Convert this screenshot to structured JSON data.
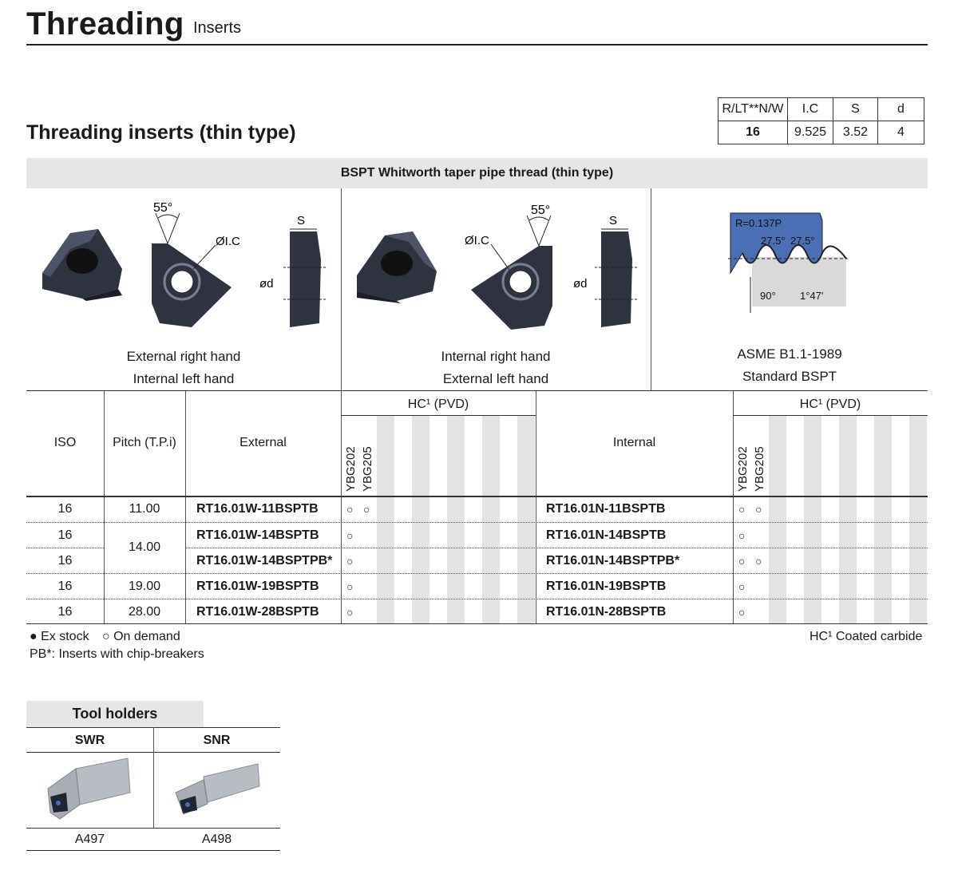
{
  "header": {
    "title": "Threading",
    "subtitle": "Inserts"
  },
  "section_title": "Threading inserts (thin type)",
  "spec_table": {
    "headers": [
      "R/LT**N/W",
      "I.C",
      "S",
      "d"
    ],
    "values": [
      "16",
      "9.525",
      "3.52",
      "4"
    ]
  },
  "band_title": "BSPT Whitworth taper pipe thread (thin type)",
  "diagram_labels": {
    "angle": "55°",
    "ic": "ØI.C",
    "s": "S",
    "d": "ød",
    "radius": "R=0.137P",
    "half_angle_left": "27.5°",
    "half_angle_right": "27.5°",
    "right_angle": "90°",
    "taper": "1°47'"
  },
  "panels": [
    {
      "line1": "External right hand",
      "line2": "Internal left hand"
    },
    {
      "line1": "Internal right hand",
      "line2": "External left hand"
    },
    {
      "line1": "ASME B1.1-1989",
      "line2": "Standard BSPT"
    }
  ],
  "table": {
    "col_iso": "ISO",
    "col_pitch": "Pitch (T.P.i)",
    "col_external": "External",
    "col_internal": "Internal",
    "grade_group": "HC¹ (PVD)",
    "grades": [
      "YBG202",
      "YBG205"
    ],
    "rows": [
      {
        "iso": "16",
        "pitch": "11.00",
        "external": "RT16.01W-11BSPTB",
        "ext_g1": "○",
        "ext_g2": "○",
        "internal": "RT16.01N-11BSPTB",
        "int_g1": "○",
        "int_g2": "○"
      },
      {
        "iso": "16",
        "pitch": "14.00",
        "external": "RT16.01W-14BSPTB",
        "ext_g1": "○",
        "ext_g2": "",
        "internal": "RT16.01N-14BSPTB",
        "int_g1": "○",
        "int_g2": ""
      },
      {
        "iso": "16",
        "pitch": "",
        "external": "RT16.01W-14BSPTPB*",
        "ext_g1": "○",
        "ext_g2": "",
        "internal": "RT16.01N-14BSPTPB*",
        "int_g1": "○",
        "int_g2": "○"
      },
      {
        "iso": "16",
        "pitch": "19.00",
        "external": "RT16.01W-19BSPTB",
        "ext_g1": "○",
        "ext_g2": "",
        "internal": "RT16.01N-19BSPTB",
        "int_g1": "○",
        "int_g2": ""
      },
      {
        "iso": "16",
        "pitch": "28.00",
        "external": "RT16.01W-28BSPTB",
        "ext_g1": "○",
        "ext_g2": "",
        "internal": "RT16.01N-28BSPTB",
        "int_g1": "○",
        "int_g2": ""
      }
    ]
  },
  "legend": {
    "ex_stock": "● Ex stock",
    "on_demand": "○ On demand",
    "pb_note": "PB*: Inserts with chip-breakers",
    "hc_note": "HC¹ Coated carbide"
  },
  "tool_holders": {
    "title": "Tool holders",
    "items": [
      {
        "name": "SWR",
        "page": "A497"
      },
      {
        "name": "SNR",
        "page": "A498"
      }
    ]
  },
  "colors": {
    "insert": "#2f3340",
    "profile_blue": "#4a6fb5",
    "band": "#e6e6e6",
    "stripe": "#e3e3e3"
  }
}
